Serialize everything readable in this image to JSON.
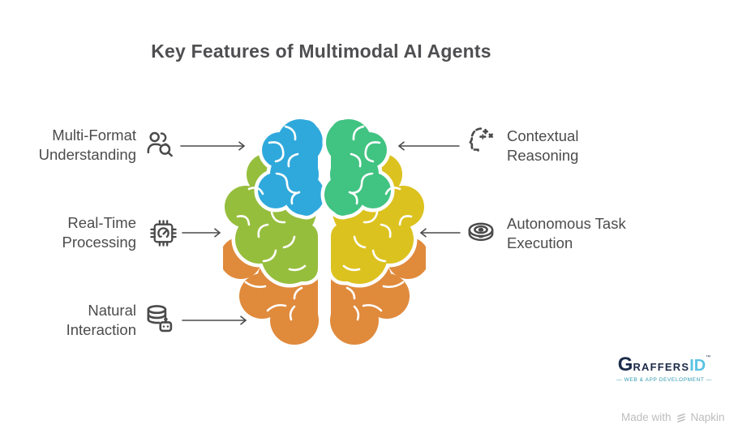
{
  "title": "Key Features of Multimodal AI Agents",
  "features": [
    {
      "line1": "Multi-Format",
      "line2": "Understanding",
      "icon": "users-search",
      "side": "left"
    },
    {
      "line1": "Real-Time",
      "line2": "Processing",
      "icon": "chip-gauge",
      "side": "left"
    },
    {
      "line1": "Natural",
      "line2": "Interaction",
      "icon": "database-robot",
      "side": "left"
    },
    {
      "line1": "Contextual",
      "line2": "Reasoning",
      "icon": "head-math",
      "side": "right"
    },
    {
      "line1": "Autonomous Task",
      "line2": "Execution",
      "icon": "robot-vacuum",
      "side": "right"
    }
  ],
  "brain": {
    "colors": {
      "top_left": "#2FA9DC",
      "middle_left": "#96BE3D",
      "bottom_left": "#E08A3C",
      "top_right": "#41C382",
      "middle_right": "#DCC21F",
      "bottom_right": "#E08A3C"
    }
  },
  "brand": {
    "g": "G",
    "raffers": "RAFFERS",
    "id": "ID",
    "tm": "™",
    "tagline": "— WEB & APP DEVELOPMENT —"
  },
  "watermark": {
    "prefix": "Made with",
    "brand": "Napkin"
  }
}
